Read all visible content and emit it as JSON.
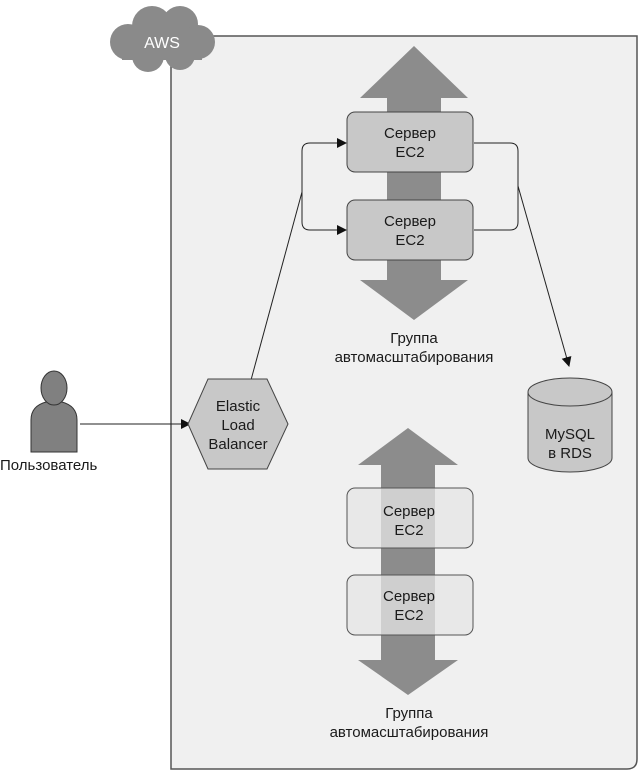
{
  "diagram": {
    "container": {
      "label": "AWS"
    },
    "user": {
      "label": "Пользователь"
    },
    "load_balancer": {
      "lines": [
        "Elastic",
        "Load",
        "Balancer"
      ]
    },
    "database": {
      "lines": [
        "MySQL",
        "в RDS"
      ]
    },
    "groups": [
      {
        "label_lines": [
          "Группа",
          "автомасштабирования"
        ],
        "state": "active",
        "servers": [
          {
            "lines": [
              "Сервер",
              "EC2"
            ]
          },
          {
            "lines": [
              "Сервер",
              "EC2"
            ]
          }
        ]
      },
      {
        "label_lines": [
          "Группа",
          "автомасштабирования"
        ],
        "state": "inactive",
        "servers": [
          {
            "lines": [
              "Сервер",
              "EC2"
            ]
          },
          {
            "lines": [
              "Сервер",
              "EC2"
            ]
          }
        ]
      }
    ],
    "colors": {
      "container_fill": "#f0f0f0",
      "cloud_fill": "#8a8a8a",
      "scale_arrow": "#8c8c8c",
      "active_server_fill": "#c8c8c8",
      "inactive_server_fill": "#e6e6e6",
      "shape_fill": "#c8c8c8",
      "user_fill": "#808080"
    }
  }
}
